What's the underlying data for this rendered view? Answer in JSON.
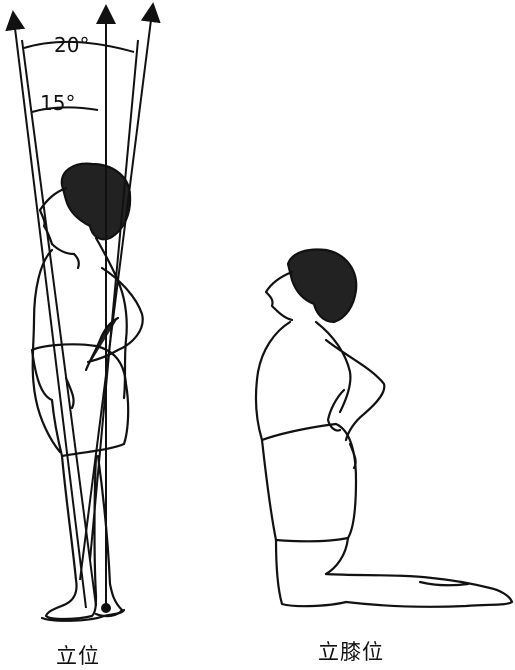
{
  "angles": {
    "outer_label": "20°",
    "inner_label": "15°"
  },
  "captions": {
    "standing": "立位",
    "kneeling": "立膝位"
  },
  "colors": {
    "ink": "#111111",
    "background": "#ffffff"
  }
}
